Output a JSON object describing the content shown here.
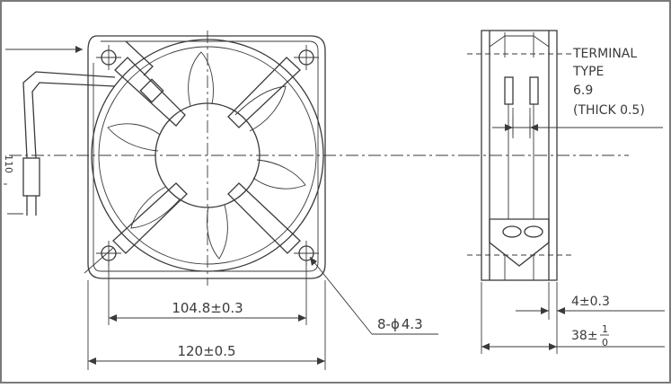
{
  "annotations": {
    "terminal_line1": "TERMINAL",
    "terminal_line2": "TYPE",
    "terminal_line3": "6.9",
    "terminal_line4": "(THICK 0.5)",
    "dim_hole_pitch": "104.8±0.3",
    "dim_width": "120±0.5",
    "dim_holes_prefix": "8-",
    "dim_holes_phi": "ϕ",
    "dim_holes_value": "4.3",
    "dim_flange": "4±0.3",
    "dim_thick_base": "38±",
    "dim_thick_upper": "1",
    "dim_thick_lower": "0",
    "cut_label": "110"
  }
}
